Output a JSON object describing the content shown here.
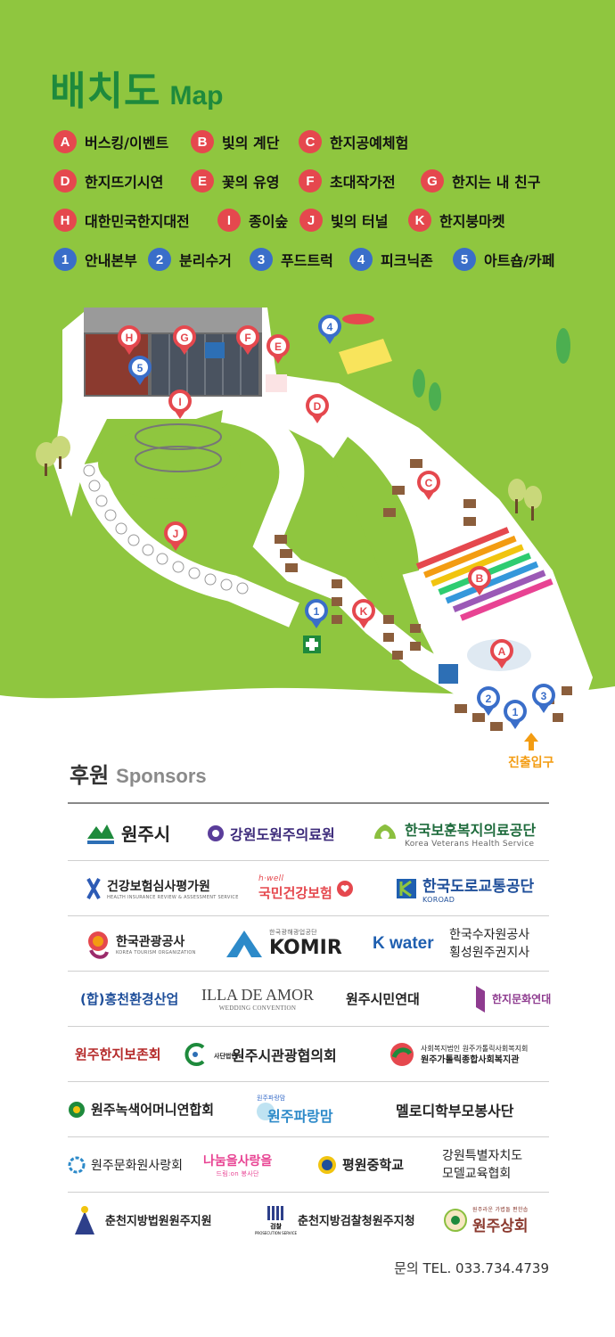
{
  "colors": {
    "green_bg": "#8fc63f",
    "title_green": "#1e8a3c",
    "marker_red": "#e5484e",
    "marker_blue": "#3a6ec9",
    "exit_orange": "#f39c12"
  },
  "title": {
    "ko": "배치도",
    "en": "Map"
  },
  "legend": {
    "rows": [
      [
        {
          "key": "A",
          "label": "버스킹/이벤트"
        },
        {
          "key": "B",
          "label": "빛의 계단"
        },
        {
          "key": "C",
          "label": "한지공예체험"
        }
      ],
      [
        {
          "key": "D",
          "label": "한지뜨기시연"
        },
        {
          "key": "E",
          "label": "꽃의 유영"
        },
        {
          "key": "F",
          "label": "초대작가전"
        },
        {
          "key": "G",
          "label": "한지는 내 친구"
        }
      ],
      [
        {
          "key": "H",
          "label": "대한민국한지대전"
        },
        {
          "key": "I",
          "label": "종이숲"
        },
        {
          "key": "J",
          "label": "빛의 터널"
        },
        {
          "key": "K",
          "label": "한지붕마켓"
        }
      ],
      [
        {
          "key": "1",
          "label": "안내본부"
        },
        {
          "key": "2",
          "label": "분리수거"
        },
        {
          "key": "3",
          "label": "푸드트럭"
        },
        {
          "key": "4",
          "label": "피크닉존"
        },
        {
          "key": "5",
          "label": "아트숍/카페"
        }
      ]
    ]
  },
  "map": {
    "entrance_label": "진출입구",
    "markers": [
      "H",
      "G",
      "F",
      "E",
      "5",
      "I",
      "D",
      "4",
      "C",
      "J",
      "B",
      "A",
      "1",
      "K",
      "2",
      "1",
      "3"
    ]
  },
  "sponsors": {
    "title_ko": "후원",
    "title_en": "Sponsors",
    "rows": [
      [
        {
          "name": "원주시"
        },
        {
          "name": "강원도원주의료원"
        },
        {
          "name": "한국보훈복지의료공단",
          "sub": "Korea Veterans Health Service"
        }
      ],
      [
        {
          "name": "건강보험심사평가원",
          "sub": "HEALTH INSURANCE REVIEW & ASSESSMENT SERVICE"
        },
        {
          "name": "국민건강보험",
          "pre": "h·well"
        },
        {
          "name": "한국도로교통공단",
          "sub": "KOROAD"
        }
      ],
      [
        {
          "name": "한국관광공사",
          "sub": "KOREA TOURISM ORGANIZATION"
        },
        {
          "name": "KOMIR",
          "pre": "한국광해광업공단"
        },
        {
          "name": "K water"
        },
        {
          "name": "한국수자원공사",
          "name2": "횡성원주권지사"
        }
      ],
      [
        {
          "name": "(합)홍천환경산업"
        },
        {
          "name": "ILLA DE AMOR",
          "sub": "WEDDING CONVENTION"
        },
        {
          "name": "원주시민연대"
        },
        {
          "name": "한지문화연대"
        }
      ],
      [
        {
          "name": "원주한지보존회"
        },
        {
          "name": "원주시관광협의회",
          "pre": "사단법인"
        },
        {
          "name": "사회복지법인 원주가톨릭사회복지회",
          "name2": "원주가톨릭종합사회복지관"
        }
      ],
      [
        {
          "name": "원주녹색어머니연합회"
        },
        {
          "name": "원주파랑맘",
          "pre": "원주파랑맘"
        },
        {
          "name": "멜로디학부모봉사단"
        }
      ],
      [
        {
          "name": "원주문화원사랑회"
        },
        {
          "name": "나눔을사랑을",
          "sub": "드림:on 봉사단"
        },
        {
          "name": "평원중학교"
        },
        {
          "name": "강원특별자치도",
          "name2": "모델교육협회"
        }
      ],
      [
        {
          "name": "춘천지방법원원주지원"
        },
        {
          "name": "검찰",
          "sub": "PROSECUTION SERVICE"
        },
        {
          "name": "춘천지방검찰청원주지청"
        },
        {
          "name": "원주상회",
          "pre": "원주라운 가볍돌 편한솝"
        }
      ]
    ]
  },
  "contact": {
    "text": "문의 TEL. 033.734.4739"
  }
}
